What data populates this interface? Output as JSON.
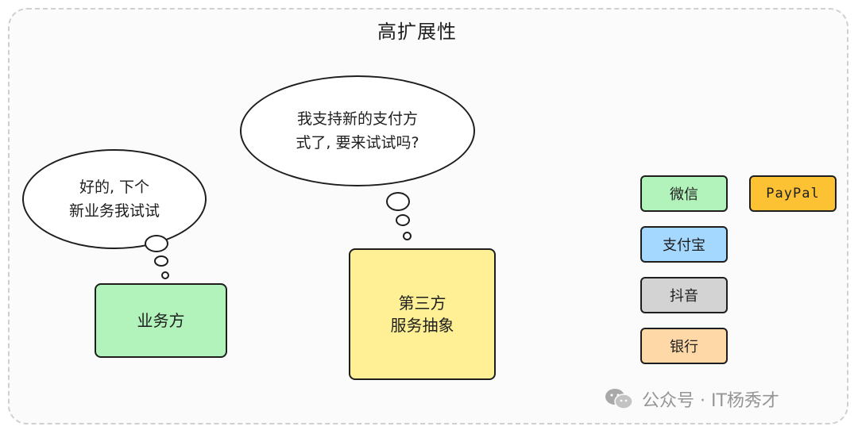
{
  "title": "高扩展性",
  "left_cloud": {
    "line1": "好的, 下个",
    "line2": "新业务我试试"
  },
  "center_cloud": {
    "line1": "我支持新的支付方",
    "line2": "式了, 要来试试吗?"
  },
  "business_box": {
    "label": "业务方"
  },
  "service_box": {
    "line1": "第三方",
    "line2": "服务抽象"
  },
  "channels": [
    {
      "label": "微信",
      "color": "#b2f2bb"
    },
    {
      "label": "支付宝",
      "color": "#a5d8ff"
    },
    {
      "label": "抖音",
      "color": "#d3d3d3"
    },
    {
      "label": "银行",
      "color": "#ffd8a8"
    },
    {
      "label": "PayPal",
      "color": "#fcc233"
    }
  ],
  "colors": {
    "business": "#b2f2bb",
    "service": "#fff095"
  },
  "watermark": {
    "text": "公众号 · IT杨秀才",
    "icon": "wechat-icon"
  }
}
